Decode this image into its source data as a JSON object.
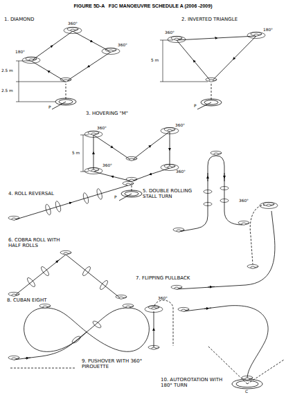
{
  "diagram": {
    "title": "FIGURE 5D-A   F3C MANOEUVRE SCHEDULE A (2006 -2009)",
    "labels": [
      "1. DIAMOND",
      "2. INVERTED TRIANGLE",
      "3. HOVERING \"M\"",
      "4. ROLL REVERSAL",
      "5. DOUBLE ROLLING STALL TURN",
      "6. COBRA ROLL WITH HALF ROLLS",
      "7. FLIPPING PULLBACK",
      "8. CUBAN EIGHT",
      "9. PUSHOVER WITH 360° PIROUETTE",
      "10. AUTOROTATION WITH 180° TURN",
      "360°",
      "360°",
      "180°",
      "2.5 m",
      "2.5 m",
      "P",
      "360°",
      "180°",
      "5 m",
      "P",
      "360°",
      "360°",
      "360°",
      "360°",
      "5 m",
      "P",
      "360°",
      "360°",
      "C"
    ]
  }
}
